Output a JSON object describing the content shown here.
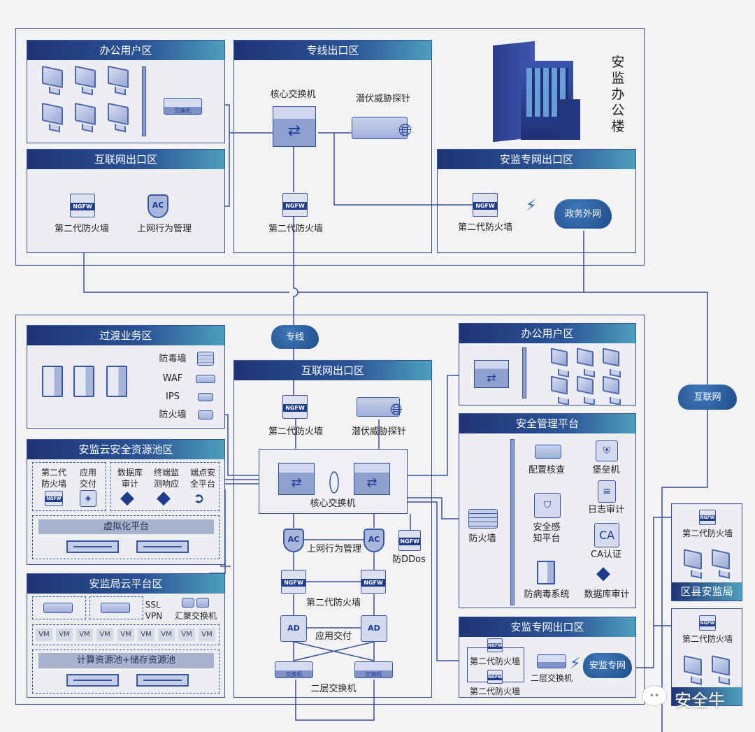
{
  "icons": {
    "ngfw": "NGFW",
    "ac": "AC",
    "ad": "AD",
    "ca": "CA",
    "switch": "交换机"
  },
  "top": {
    "building_label": "安\n监\n办\n公\n楼",
    "office": {
      "title": "办公用户区",
      "switch": "交换机"
    },
    "internet_exit": {
      "title": "互联网出口区",
      "firewall": "第二代防火墙",
      "ac": "上网行为管理"
    },
    "dedicated_exit": {
      "title": "专线出口区",
      "core_switch": "核心交换机",
      "probe": "潜伏威胁探针",
      "firewall": "第二代防火墙"
    },
    "gov_exit": {
      "title": "安监专网出口区",
      "firewall": "第二代防火墙",
      "cloud": "政务外网"
    }
  },
  "clouds": {
    "dedicated": "专线",
    "internet": "互联网"
  },
  "transition": {
    "title": "过渡业务区",
    "items": [
      "防毒墙",
      "WAF",
      "IPS",
      "防火墙"
    ]
  },
  "security_pool": {
    "title": "安监云安全资源池区",
    "items": [
      "第二代\n防火墙",
      "应用\n交付",
      "数据库\n审计",
      "终端监\n测响应",
      "端点安\n全平台"
    ],
    "virtualization": "虚拟化平台"
  },
  "cloud_platform": {
    "title": "安监局云平台区",
    "ssl_vpn": "SSL\nVPN",
    "agg_switch": "汇聚交换机",
    "vm": "VM",
    "pool": "计算资源池+储存资源池"
  },
  "internet_exit": {
    "title": "互联网出口区",
    "firewall": "第二代防火墙",
    "probe": "潜伏威胁探针",
    "core_switch": "核心交换机",
    "ac": "上网行为管理",
    "ddos": "防DDos",
    "firewall2": "第二代防火墙",
    "app_delivery": "应用交付",
    "l2_switch": "二层交换机"
  },
  "office_right": {
    "title": "办公用户区"
  },
  "mgmt": {
    "title": "安全管理平台",
    "firewall": "防火墙",
    "config_check": "配置核查",
    "bastion": "堡垒机",
    "situational": "安全感\n知平台",
    "log_audit": "日志审计",
    "ca": "CA认证",
    "antivirus": "防病毒系统",
    "db_audit": "数据库审计"
  },
  "private_exit": {
    "title": "安监专网出口区",
    "firewall_a": "第二代防火墙",
    "firewall_b": "第二代防火墙",
    "l2_switch": "二层交换机",
    "cloud": "安监专网"
  },
  "county": {
    "firewall": "第二代防火墙",
    "title": "区县安监局"
  },
  "bottom_bureau": {
    "firewall": "第二代防火墙"
  },
  "watermark": "安全牛"
}
